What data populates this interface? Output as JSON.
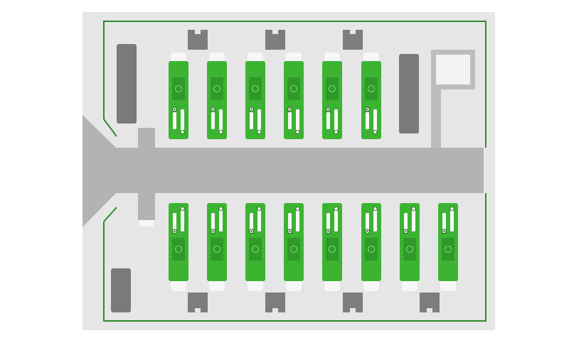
{
  "floor_plan": {
    "colors": {
      "page_background": "#ffffff",
      "floor": "#e6e6e6",
      "corridor": "#b3b3b3",
      "boundary_line": "#2e8b2e",
      "wall_block": "#7d7d7d",
      "dark_panel": "#7a7a7a",
      "equipment_green": "#3cb432",
      "equipment_tile": "#2f9a28",
      "equipment_dot": "#1a5d15",
      "white_cap": "#f7f7f7",
      "room_white": "#f2f2f2",
      "room_frame": "#bdbdbd"
    },
    "icons": {
      "bay_unit": "bed-unit-icon",
      "notch_block": "notched-pillar-icon",
      "control_dot": "control-knob-icon"
    },
    "top_row": {
      "unit_count": 6,
      "pillar_count": 3
    },
    "bottom_row": {
      "unit_count": 8,
      "pillar_count": 4
    }
  }
}
